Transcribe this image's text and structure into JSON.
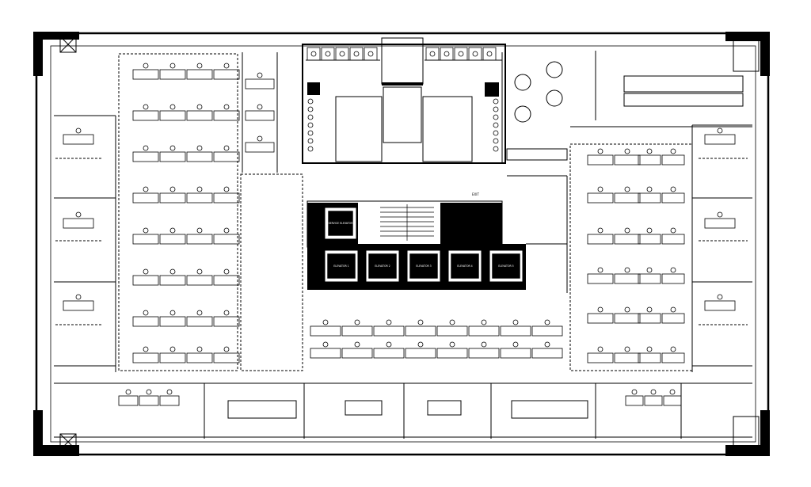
{
  "plan": {
    "colors": {
      "ink": "#000000",
      "paper": "#ffffff"
    },
    "labels": {
      "elevators": [
        "ELEVATOR 1",
        "ELEVATOR 2",
        "ELEVATOR 3",
        "ELEVATOR 4",
        "ELEVATOR 5"
      ],
      "service_elevator": "SERVICE ELEVATOR",
      "exit_sign": "EXIT"
    }
  }
}
